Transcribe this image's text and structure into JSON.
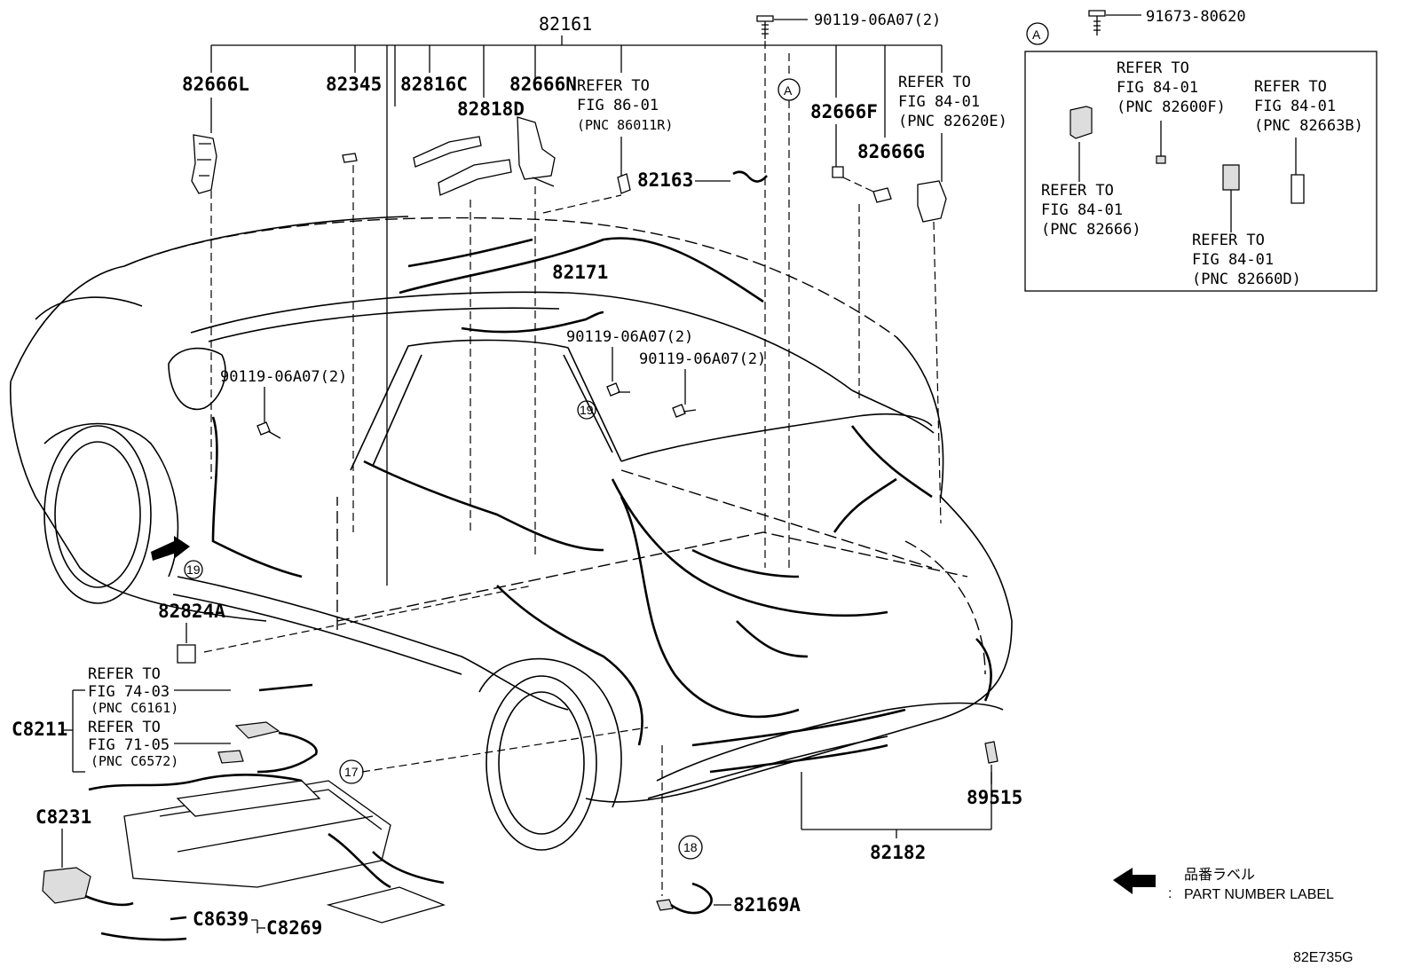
{
  "labels": {
    "p82161": "82161",
    "p90119_top": "90119-06A07(2)",
    "p91673": "91673-80620",
    "inset_marker": "A",
    "body_marker": "A",
    "p82666L": "82666L",
    "p82345": "82345",
    "p82816C": "82816C",
    "p82666N": "82666N",
    "p82818D": "82818D",
    "ref_86_01": [
      "REFER TO",
      "FIG 86-01",
      "(PNC 86011R)"
    ],
    "ref_84_01_82620E": [
      "REFER TO",
      "FIG 84-01",
      "(PNC 82620E)"
    ],
    "p82666F": "82666F",
    "p82666G": "82666G",
    "p82163": "82163",
    "p82171": "82171",
    "p90119_a": "90119-06A07(2)",
    "p90119_b": "90119-06A07(2)",
    "p90119_c": "90119-06A07(2)",
    "p82824A": "82824A",
    "c8211": "C8211",
    "ref_74_03": [
      "REFER TO",
      "FIG 74-03",
      "(PNC C6161)"
    ],
    "ref_71_05": [
      "REFER TO",
      "FIG 71-05",
      "(PNC C6572)"
    ],
    "c8231": "C8231",
    "c8639": "C8639",
    "c8269": "C8269",
    "p82169A": "82169A",
    "p82182": "82182",
    "p89515": "89515",
    "circle_19a": "19",
    "circle_19b": "19",
    "circle_17": "17",
    "circle_18": "18",
    "legend_jp": "品番ラベル",
    "legend_colon": ":",
    "legend_en": "PART NUMBER LABEL",
    "figure_code": "82E735G"
  },
  "inset": {
    "ref_82600F": [
      "REFER TO",
      "FIG 84-01",
      "(PNC 82600F)"
    ],
    "ref_82663B": [
      "REFER TO",
      "FIG 84-01",
      "(PNC 82663B)"
    ],
    "ref_82666": [
      "REFER TO",
      "FIG 84-01",
      "(PNC 82666)"
    ],
    "ref_82660D": [
      "REFER TO",
      "FIG 84-01",
      "(PNC 82660D)"
    ]
  }
}
